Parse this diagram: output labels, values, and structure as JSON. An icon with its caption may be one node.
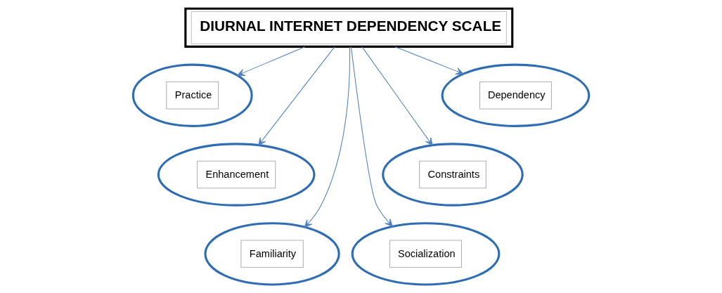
{
  "diagram": {
    "nodes": [
      {
        "text": [
          "DIURNAL INTERNET DEPENDENCY SCALE"
        ]
      },
      {
        "text": [
          "Practice"
        ]
      },
      {
        "text": [
          "Enhancement"
        ]
      },
      {
        "text": [
          "Familiarity"
        ]
      },
      {
        "text": [
          "Socialization"
        ]
      },
      {
        "text": [
          "Constraints"
        ]
      },
      {
        "text": [
          "Dependency"
        ]
      }
    ],
    "edges": [
      {
        "from": 0,
        "to": 1,
        "arrow": "to"
      },
      {
        "from": 0,
        "to": 2,
        "arrow": "to"
      },
      {
        "from": 0,
        "to": 3,
        "arrow": "to"
      },
      {
        "from": 0,
        "to": 4,
        "arrow": "to"
      },
      {
        "from": 0,
        "to": 5,
        "arrow": "to"
      },
      {
        "from": 0,
        "to": 6,
        "arrow": "to"
      }
    ]
  }
}
